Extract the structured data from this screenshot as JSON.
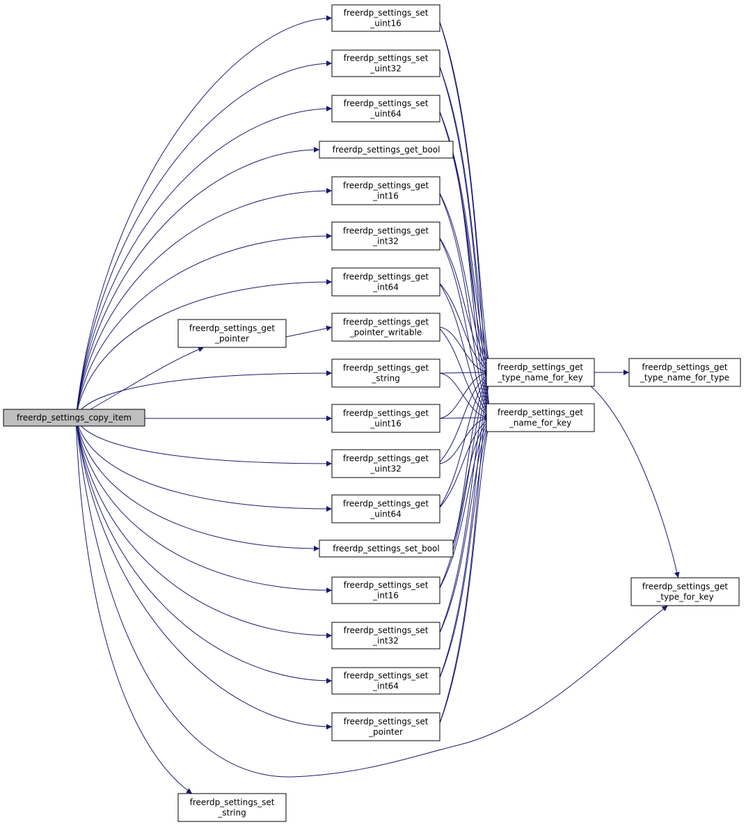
{
  "colors": {
    "edge": "#191970",
    "root_fill": "#bfbfbf",
    "node_fill": "#ffffff",
    "node_stroke": "#000000"
  },
  "nodes": [
    {
      "id": "copy_item",
      "lines": [
        "freerdp_settings_copy_item"
      ],
      "root": true
    },
    {
      "id": "get_pointer",
      "lines": [
        "freerdp_settings_get",
        "_pointer"
      ]
    },
    {
      "id": "set_string",
      "lines": [
        "freerdp_settings_set",
        "_string"
      ]
    },
    {
      "id": "set_uint16",
      "lines": [
        "freerdp_settings_set",
        "_uint16"
      ]
    },
    {
      "id": "set_uint32",
      "lines": [
        "freerdp_settings_set",
        "_uint32"
      ]
    },
    {
      "id": "set_uint64",
      "lines": [
        "freerdp_settings_set",
        "_uint64"
      ]
    },
    {
      "id": "get_bool",
      "lines": [
        "freerdp_settings_get_bool"
      ]
    },
    {
      "id": "get_int16",
      "lines": [
        "freerdp_settings_get",
        "_int16"
      ]
    },
    {
      "id": "get_int32",
      "lines": [
        "freerdp_settings_get",
        "_int32"
      ]
    },
    {
      "id": "get_int64",
      "lines": [
        "freerdp_settings_get",
        "_int64"
      ]
    },
    {
      "id": "get_pointer_writable",
      "lines": [
        "freerdp_settings_get",
        "_pointer_writable"
      ]
    },
    {
      "id": "get_string",
      "lines": [
        "freerdp_settings_get",
        "_string"
      ]
    },
    {
      "id": "get_uint16",
      "lines": [
        "freerdp_settings_get",
        "_uint16"
      ]
    },
    {
      "id": "get_uint32",
      "lines": [
        "freerdp_settings_get",
        "_uint32"
      ]
    },
    {
      "id": "get_uint64",
      "lines": [
        "freerdp_settings_get",
        "_uint64"
      ]
    },
    {
      "id": "set_bool",
      "lines": [
        "freerdp_settings_set_bool"
      ]
    },
    {
      "id": "set_int16",
      "lines": [
        "freerdp_settings_set",
        "_int16"
      ]
    },
    {
      "id": "set_int32",
      "lines": [
        "freerdp_settings_set",
        "_int32"
      ]
    },
    {
      "id": "set_int64",
      "lines": [
        "freerdp_settings_set",
        "_int64"
      ]
    },
    {
      "id": "set_pointer",
      "lines": [
        "freerdp_settings_set",
        "_pointer"
      ]
    },
    {
      "id": "get_type_name_for_key",
      "lines": [
        "freerdp_settings_get",
        "_type_name_for_key"
      ]
    },
    {
      "id": "get_name_for_key",
      "lines": [
        "freerdp_settings_get",
        "_name_for_key"
      ]
    },
    {
      "id": "get_type_name_for_type",
      "lines": [
        "freerdp_settings_get",
        "_type_name_for_type"
      ]
    },
    {
      "id": "get_type_for_key",
      "lines": [
        "freerdp_settings_get",
        "_type_for_key"
      ]
    }
  ],
  "edges": [
    {
      "from": "copy_item",
      "to": "set_uint16"
    },
    {
      "from": "copy_item",
      "to": "set_uint32"
    },
    {
      "from": "copy_item",
      "to": "set_uint64"
    },
    {
      "from": "copy_item",
      "to": "get_bool"
    },
    {
      "from": "copy_item",
      "to": "get_int16"
    },
    {
      "from": "copy_item",
      "to": "get_int32"
    },
    {
      "from": "copy_item",
      "to": "get_int64"
    },
    {
      "from": "copy_item",
      "to": "get_pointer"
    },
    {
      "from": "copy_item",
      "to": "get_string"
    },
    {
      "from": "copy_item",
      "to": "get_uint16"
    },
    {
      "from": "copy_item",
      "to": "get_uint32"
    },
    {
      "from": "copy_item",
      "to": "get_uint64"
    },
    {
      "from": "copy_item",
      "to": "set_bool"
    },
    {
      "from": "copy_item",
      "to": "set_int16"
    },
    {
      "from": "copy_item",
      "to": "set_int32"
    },
    {
      "from": "copy_item",
      "to": "set_int64"
    },
    {
      "from": "copy_item",
      "to": "set_pointer"
    },
    {
      "from": "copy_item",
      "to": "set_string"
    },
    {
      "from": "copy_item",
      "to": "get_type_for_key"
    },
    {
      "from": "get_pointer",
      "to": "get_pointer_writable"
    },
    {
      "from": "set_uint16",
      "to": "get_type_name_for_key"
    },
    {
      "from": "set_uint16",
      "to": "get_name_for_key"
    },
    {
      "from": "set_uint32",
      "to": "get_type_name_for_key"
    },
    {
      "from": "set_uint32",
      "to": "get_name_for_key"
    },
    {
      "from": "set_uint64",
      "to": "get_type_name_for_key"
    },
    {
      "from": "set_uint64",
      "to": "get_name_for_key"
    },
    {
      "from": "get_bool",
      "to": "get_type_name_for_key"
    },
    {
      "from": "get_bool",
      "to": "get_name_for_key"
    },
    {
      "from": "get_int16",
      "to": "get_type_name_for_key"
    },
    {
      "from": "get_int16",
      "to": "get_name_for_key"
    },
    {
      "from": "get_int32",
      "to": "get_type_name_for_key"
    },
    {
      "from": "get_int32",
      "to": "get_name_for_key"
    },
    {
      "from": "get_int64",
      "to": "get_type_name_for_key"
    },
    {
      "from": "get_int64",
      "to": "get_name_for_key"
    },
    {
      "from": "get_pointer_writable",
      "to": "get_type_name_for_key"
    },
    {
      "from": "get_pointer_writable",
      "to": "get_name_for_key"
    },
    {
      "from": "get_string",
      "to": "get_type_name_for_key"
    },
    {
      "from": "get_string",
      "to": "get_name_for_key"
    },
    {
      "from": "get_uint16",
      "to": "get_type_name_for_key"
    },
    {
      "from": "get_uint16",
      "to": "get_name_for_key"
    },
    {
      "from": "get_uint32",
      "to": "get_type_name_for_key"
    },
    {
      "from": "get_uint32",
      "to": "get_name_for_key"
    },
    {
      "from": "get_uint64",
      "to": "get_type_name_for_key"
    },
    {
      "from": "get_uint64",
      "to": "get_name_for_key"
    },
    {
      "from": "set_bool",
      "to": "get_type_name_for_key"
    },
    {
      "from": "set_bool",
      "to": "get_name_for_key"
    },
    {
      "from": "set_int16",
      "to": "get_type_name_for_key"
    },
    {
      "from": "set_int16",
      "to": "get_name_for_key"
    },
    {
      "from": "set_int32",
      "to": "get_type_name_for_key"
    },
    {
      "from": "set_int32",
      "to": "get_name_for_key"
    },
    {
      "from": "set_int64",
      "to": "get_type_name_for_key"
    },
    {
      "from": "set_int64",
      "to": "get_name_for_key"
    },
    {
      "from": "set_pointer",
      "to": "get_type_name_for_key"
    },
    {
      "from": "set_pointer",
      "to": "get_name_for_key"
    },
    {
      "from": "get_type_name_for_key",
      "to": "get_type_name_for_type"
    },
    {
      "from": "get_type_name_for_key",
      "to": "get_type_for_key"
    }
  ]
}
